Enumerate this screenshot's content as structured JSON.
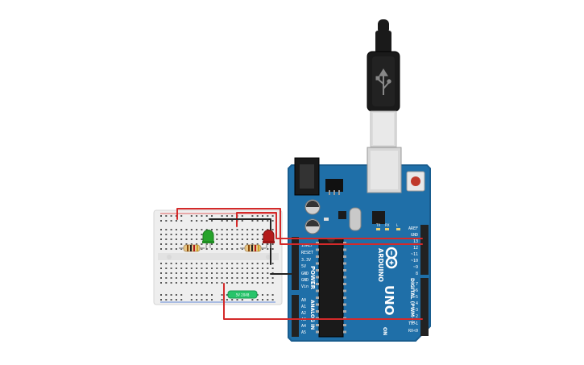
{
  "board": {
    "brand": "ARDUINO",
    "model": "UNO",
    "digital_header_title": "DIGITAL (PWM~)",
    "power_header_title": "POWER",
    "analog_header_title": "ANALOG IN",
    "on_label": "ON",
    "led_labels": [
      "L",
      "TX",
      "RX"
    ],
    "top_pins": [
      "AREF",
      "GND",
      "13",
      "12",
      "~11",
      "~10",
      "~9",
      "8",
      "7",
      "~6",
      "~5",
      "4",
      "~3",
      "2",
      "TX>1",
      "RX<0"
    ],
    "power_pins": [
      "IOREF",
      "RESET",
      "3.3V",
      "5V",
      "GND",
      "GND",
      "Vin"
    ],
    "analog_pins": [
      "A0",
      "A1",
      "A2",
      "A3",
      "A4",
      "A5"
    ],
    "colors": {
      "pcb": "#1f6fa8",
      "pcb_edge": "#195d8f",
      "header": "#222222"
    }
  },
  "breadboard": {
    "colors": {
      "body": "#eeeeee",
      "hole": "#555555",
      "rail_red": "#d33",
      "rail_blue": "#36c"
    }
  },
  "components": {
    "green_led": {
      "color": "#26a32a",
      "icon": "led-icon"
    },
    "red_led": {
      "color": "#b31b1b",
      "icon": "led-icon"
    },
    "resistor_1": {
      "color": "#e8c888",
      "icon": "resistor-icon"
    },
    "resistor_2": {
      "color": "#e8c888",
      "icon": "resistor-icon"
    },
    "sensor_label": "5V 2048",
    "usb_cable": {
      "color": "#1a1a1a",
      "icon": "usb-plug-icon"
    }
  },
  "wires": {
    "color": "#d42a2a",
    "ground_color": "#222222"
  }
}
